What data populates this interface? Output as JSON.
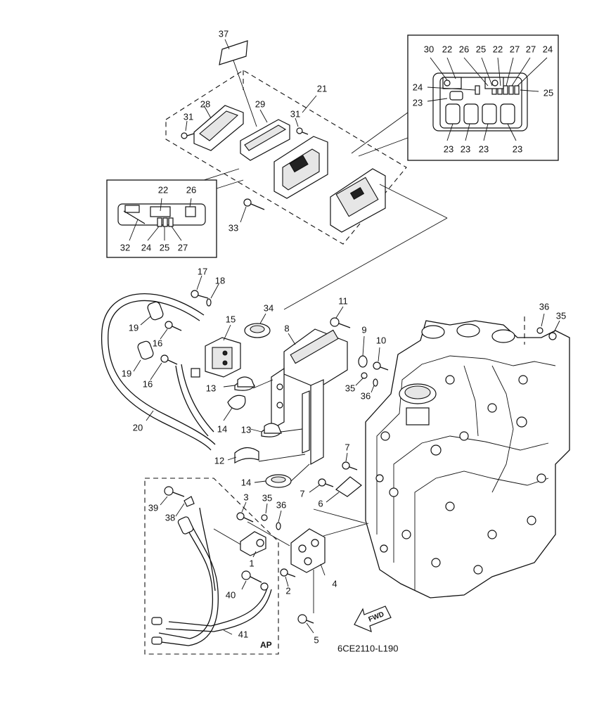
{
  "diagram": {
    "drawing_code": "6CE2110-L190",
    "variant_label": "AP",
    "direction_label": "FWD",
    "callouts": [
      {
        "id": "c37",
        "text": "37"
      },
      {
        "id": "c21",
        "text": "21"
      },
      {
        "id": "c28",
        "text": "28"
      },
      {
        "id": "c29",
        "text": "29"
      },
      {
        "id": "c31a",
        "text": "31"
      },
      {
        "id": "c31b",
        "text": "31"
      },
      {
        "id": "c33",
        "text": "33"
      },
      {
        "id": "i1_30",
        "text": "30"
      },
      {
        "id": "i1_22a",
        "text": "22"
      },
      {
        "id": "i1_26",
        "text": "26"
      },
      {
        "id": "i1_25a",
        "text": "25"
      },
      {
        "id": "i1_22b",
        "text": "22"
      },
      {
        "id": "i1_27a",
        "text": "27"
      },
      {
        "id": "i1_27b",
        "text": "27"
      },
      {
        "id": "i1_24a",
        "text": "24"
      },
      {
        "id": "i1_24b",
        "text": "24"
      },
      {
        "id": "i1_25b",
        "text": "25"
      },
      {
        "id": "i1_23a",
        "text": "23"
      },
      {
        "id": "i1_23b",
        "text": "23"
      },
      {
        "id": "i1_23c",
        "text": "23"
      },
      {
        "id": "i1_23d",
        "text": "23"
      },
      {
        "id": "i1_23e",
        "text": "23"
      },
      {
        "id": "i2_22",
        "text": "22"
      },
      {
        "id": "i2_26",
        "text": "26"
      },
      {
        "id": "i2_32",
        "text": "32"
      },
      {
        "id": "i2_24",
        "text": "24"
      },
      {
        "id": "i2_25",
        "text": "25"
      },
      {
        "id": "i2_27",
        "text": "27"
      },
      {
        "id": "c17",
        "text": "17"
      },
      {
        "id": "c18",
        "text": "18"
      },
      {
        "id": "c34",
        "text": "34"
      },
      {
        "id": "c11",
        "text": "11"
      },
      {
        "id": "c36a",
        "text": "36"
      },
      {
        "id": "c35a",
        "text": "35"
      },
      {
        "id": "c15",
        "text": "15"
      },
      {
        "id": "c8",
        "text": "8"
      },
      {
        "id": "c9",
        "text": "9"
      },
      {
        "id": "c10",
        "text": "10"
      },
      {
        "id": "c19a",
        "text": "19"
      },
      {
        "id": "c16a",
        "text": "16"
      },
      {
        "id": "c19b",
        "text": "19"
      },
      {
        "id": "c16b",
        "text": "16"
      },
      {
        "id": "c35b",
        "text": "35"
      },
      {
        "id": "c36b",
        "text": "36"
      },
      {
        "id": "c13a",
        "text": "13"
      },
      {
        "id": "c14a",
        "text": "14"
      },
      {
        "id": "c13b",
        "text": "13"
      },
      {
        "id": "c20",
        "text": "20"
      },
      {
        "id": "c12",
        "text": "12"
      },
      {
        "id": "c7a",
        "text": "7"
      },
      {
        "id": "c14b",
        "text": "14"
      },
      {
        "id": "c7b",
        "text": "7"
      },
      {
        "id": "c6",
        "text": "6"
      },
      {
        "id": "c39",
        "text": "39"
      },
      {
        "id": "c3",
        "text": "3"
      },
      {
        "id": "c35c",
        "text": "35"
      },
      {
        "id": "c36c",
        "text": "36"
      },
      {
        "id": "c38",
        "text": "38"
      },
      {
        "id": "c1",
        "text": "1"
      },
      {
        "id": "c4",
        "text": "4"
      },
      {
        "id": "c2",
        "text": "2"
      },
      {
        "id": "c40",
        "text": "40"
      },
      {
        "id": "c41",
        "text": "41"
      },
      {
        "id": "c5",
        "text": "5"
      }
    ]
  }
}
